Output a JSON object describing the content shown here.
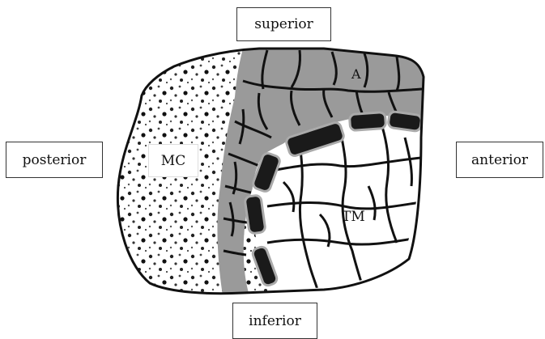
{
  "labels": {
    "superior": "superior",
    "posterior": "posterior",
    "anterior": "anterior",
    "inferior": "inferior",
    "mc": "MC",
    "a": "A",
    "tm": "TM"
  },
  "colors": {
    "outline": "#111111",
    "grey_cells": "#9a9a9a",
    "dark_cells": "#1a1a1a",
    "background": "#ffffff"
  }
}
